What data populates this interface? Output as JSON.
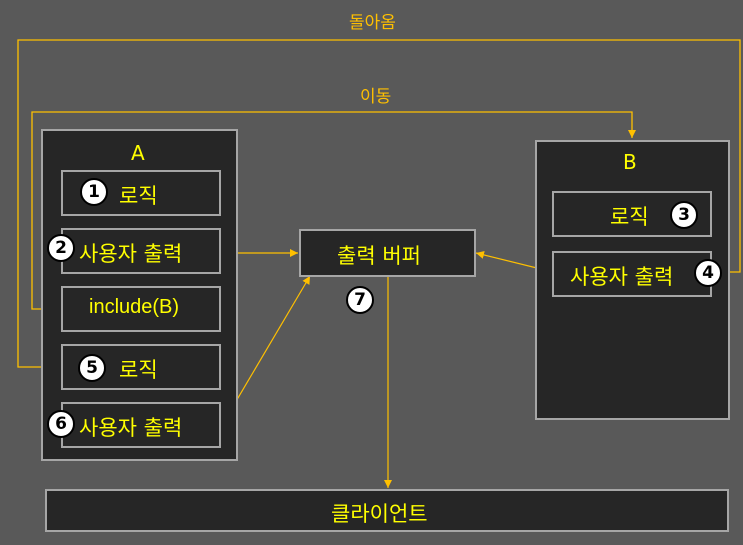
{
  "labels": {
    "return": "돌아옴",
    "move": "이동"
  },
  "box_a": {
    "title": "A",
    "items": [
      "로직",
      "사용자 출력",
      "include(B)",
      "로직",
      "사용자 출력"
    ]
  },
  "box_b": {
    "title": "B",
    "items": [
      "로직",
      "사용자 출력"
    ]
  },
  "buffer": "출력 버퍼",
  "client": "클라이언트",
  "steps": [
    "1",
    "2",
    "3",
    "4",
    "5",
    "6",
    "7"
  ],
  "colors": {
    "background": "#595959",
    "box": "#262626",
    "border": "#a6a6a6",
    "text": "#ffff00",
    "arrow": "#ffc000"
  }
}
